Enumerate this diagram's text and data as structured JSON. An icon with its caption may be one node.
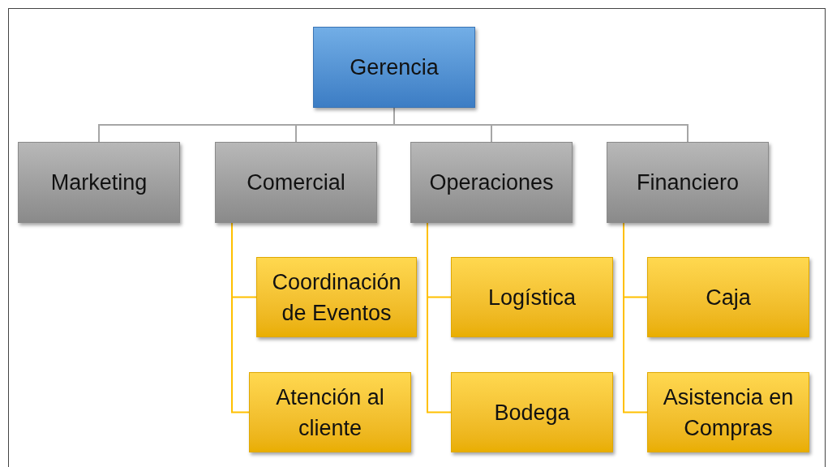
{
  "diagram": {
    "nodes": [
      {
        "text": [
          "Gerencia"
        ]
      },
      {
        "text": [
          "Marketing"
        ]
      },
      {
        "text": [
          "Comercial"
        ]
      },
      {
        "text": [
          "Operaciones"
        ]
      },
      {
        "text": [
          "Financiero"
        ]
      },
      {
        "text": [
          "Coordinación de Eventos"
        ]
      },
      {
        "text": [
          "Atención al cliente"
        ]
      },
      {
        "text": [
          "Logística"
        ]
      },
      {
        "text": [
          "Bodega"
        ]
      },
      {
        "text": [
          "Caja"
        ]
      },
      {
        "text": [
          "Asistencia en Compras"
        ]
      }
    ],
    "edges": [
      {
        "from": 0,
        "to": 1,
        "arrow": "none",
        "color": "#a6a6a6"
      },
      {
        "from": 0,
        "to": 2,
        "arrow": "none",
        "color": "#a6a6a6"
      },
      {
        "from": 0,
        "to": 3,
        "arrow": "none",
        "color": "#a6a6a6"
      },
      {
        "from": 0,
        "to": 4,
        "arrow": "none",
        "color": "#a6a6a6"
      },
      {
        "from": 2,
        "to": 5,
        "arrow": "none",
        "color": "#ffc000"
      },
      {
        "from": 2,
        "to": 6,
        "arrow": "none",
        "color": "#ffc000"
      },
      {
        "from": 3,
        "to": 7,
        "arrow": "none",
        "color": "#ffc000"
      },
      {
        "from": 3,
        "to": 8,
        "arrow": "none",
        "color": "#ffc000"
      },
      {
        "from": 4,
        "to": 9,
        "arrow": "none",
        "color": "#ffc000"
      },
      {
        "from": 4,
        "to": 10,
        "arrow": "none",
        "color": "#ffc000"
      }
    ]
  }
}
